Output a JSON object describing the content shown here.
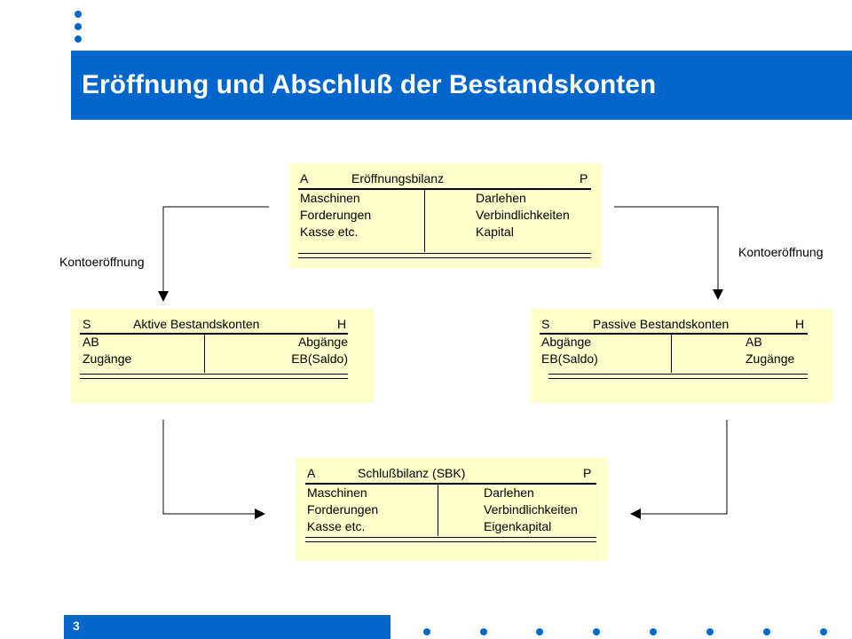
{
  "title": "Eröffnung und Abschluß der Bestandskonten",
  "page_number": "3",
  "brand_color": "#0066cc",
  "box_color": "#ffffcc",
  "eroeffnungsbilanz": {
    "left_marker": "A",
    "title": "Eröffnungsbilanz",
    "right_marker": "P",
    "left_items": [
      "Maschinen",
      "Forderungen",
      "Kasse etc."
    ],
    "right_items": [
      "Darlehen",
      "Verbindlichkeiten",
      "Kapital"
    ]
  },
  "aktive_bestandskonten": {
    "left_marker": "S",
    "title": "Aktive Bestandskonten",
    "right_marker": "H",
    "left_items": [
      "AB",
      "Zugänge"
    ],
    "right_items": [
      "Abgänge",
      "EB(Saldo)"
    ]
  },
  "passive_bestandskonten": {
    "left_marker": "S",
    "title": "Passive Bestandskonten",
    "right_marker": "H",
    "left_items": [
      "Abgänge",
      "EB(Saldo)"
    ],
    "right_items": [
      "AB",
      "Zugänge"
    ]
  },
  "schlussbilanz": {
    "left_marker": "A",
    "title": "Schlußbilanz (SBK)",
    "right_marker": "P",
    "left_items": [
      "Maschinen",
      "Forderungen",
      "Kasse etc."
    ],
    "right_items": [
      "Darlehen",
      "Verbindlichkeiten",
      "Eigenkapital"
    ]
  },
  "labels": {
    "kontoeroeffnung_left": "Kontoeröffnung",
    "kontoeroeffnung_right": "Kontoeröffnung"
  }
}
